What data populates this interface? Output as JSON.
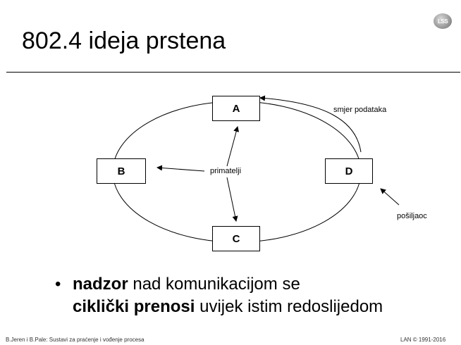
{
  "slide": {
    "title": "802.4 ideja prstena",
    "logo_text": "LSS",
    "footer_left": "B.Jeren i B.Pale: Sustavi za praćenje i vođenje procesa",
    "footer_right": "LAN © 1991-2016"
  },
  "diagram": {
    "nodes": {
      "a": "A",
      "b": "B",
      "c": "C",
      "d": "D"
    },
    "labels": {
      "data_direction": "smjer podataka",
      "receivers": "primatelji",
      "sender": "pošiljaoc"
    }
  },
  "bullet": {
    "line1_bold": "nadzor",
    "line1_rest": " nad komunikacijom se",
    "line2_bold": "ciklički prenosi",
    "line2_rest": " uvijek istim redoslijedom"
  }
}
